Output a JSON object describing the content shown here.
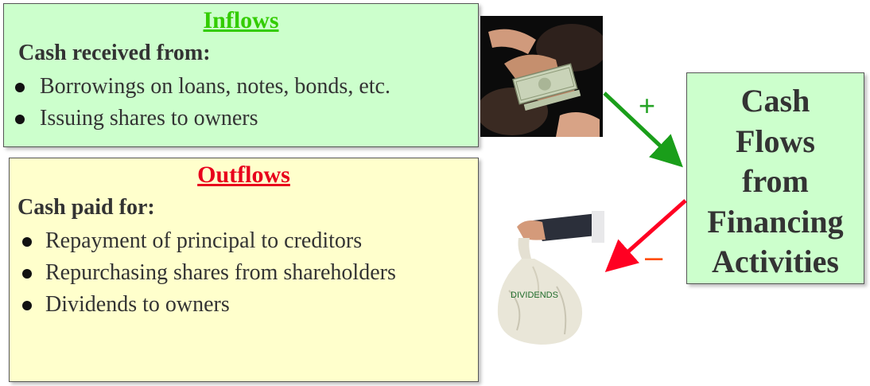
{
  "inflows": {
    "title": "Inflows",
    "subtitle": "Cash received from:",
    "items": [
      "Borrowings on loans, notes, bonds, etc.",
      "Issuing shares to owners"
    ]
  },
  "outflows": {
    "title": "Outflows",
    "subtitle": "Cash paid for:",
    "items": [
      "Repayment of principal to creditors",
      "Repurchasing shares from shareholders",
      "Dividends to owners"
    ]
  },
  "summary": {
    "title": "Cash\nFlows\nfrom\nFinancing\nActivities"
  },
  "signs": {
    "plus": "+",
    "minus": "–"
  },
  "images": {
    "money_exchange": {
      "icon": "cash-handoff-photo"
    },
    "dividend_bag": {
      "icon": "money-bag-photo",
      "label": "DIVIDENDS"
    }
  },
  "colors": {
    "inflows_bg": "#ccffcc",
    "outflows_bg": "#ffffcc",
    "inflows_title": "#33cc00",
    "outflows_title": "#e8001c",
    "inflow_arrow": "#1a9e1a",
    "outflow_arrow": "#ff0022"
  }
}
